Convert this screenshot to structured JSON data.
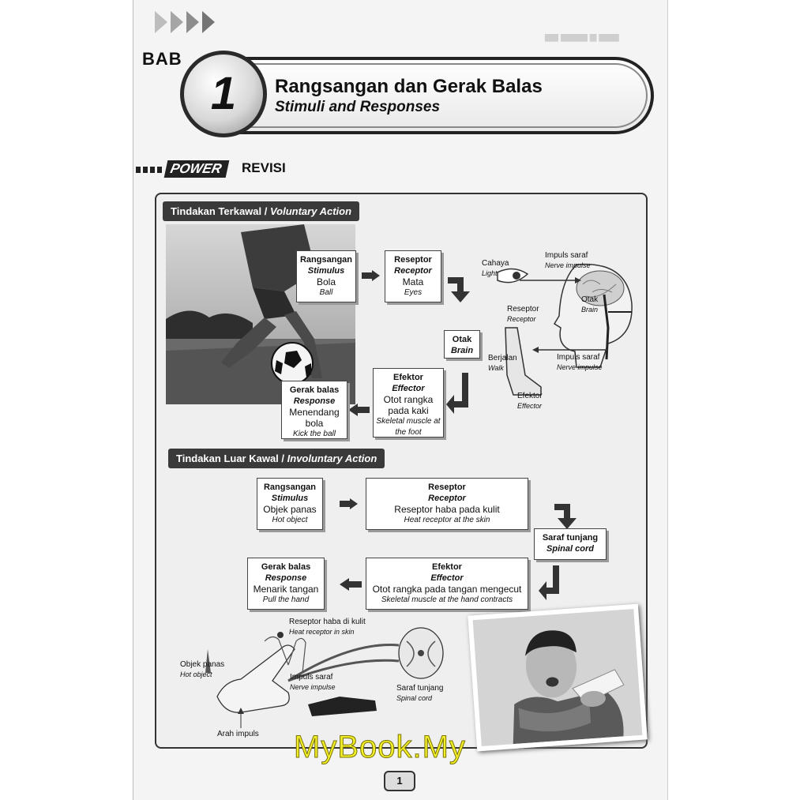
{
  "header": {
    "bab_label": "BAB",
    "chapter_number": "1",
    "title_ms": "Rangsangan dan Gerak Balas",
    "title_en": "Stimuli and Responses"
  },
  "section_title": {
    "power": "POWER",
    "revisi": "REVISI"
  },
  "voluntary": {
    "heading_ms": "Tindakan Terkawal / ",
    "heading_en": "Voluntary Action",
    "stimulus": {
      "ms": "Rangsangan",
      "en": "Stimulus",
      "val_ms": "Bola",
      "val_en": "Ball"
    },
    "receptor": {
      "ms": "Reseptor",
      "en": "Receptor",
      "val_ms": "Mata",
      "val_en": "Eyes"
    },
    "brain": {
      "ms": "Otak",
      "en": "Brain"
    },
    "effector": {
      "ms": "Efektor",
      "en": "Effector",
      "val_ms": "Otot rangka pada kaki",
      "val_en": "Skeletal muscle at the foot"
    },
    "response": {
      "ms": "Gerak balas",
      "en": "Response",
      "val_ms": "Menendang bola",
      "val_en": "Kick the ball"
    },
    "diagram_labels": {
      "light_ms": "Cahaya",
      "light_en": "Light",
      "nerve_impulse_ms": "Impuls saraf",
      "nerve_impulse_en": "Nerve impulse",
      "receptor_ms": "Reseptor",
      "receptor_en": "Receptor",
      "brain_ms": "Otak",
      "brain_en": "Brain",
      "nerve_impulse2_ms": "Impuls saraf",
      "nerve_impulse2_en": "Nerve impulse",
      "walk_ms": "Berjalan",
      "walk_en": "Walk",
      "effector_ms": "Efektor",
      "effector_en": "Effector"
    }
  },
  "involuntary": {
    "heading_ms": "Tindakan Luar Kawal / ",
    "heading_en": "Involuntary Action",
    "stimulus": {
      "ms": "Rangsangan",
      "en": "Stimulus",
      "val_ms": "Objek panas",
      "val_en": "Hot object"
    },
    "receptor": {
      "ms": "Reseptor",
      "en": "Receptor",
      "val_ms": "Reseptor haba pada kulit",
      "val_en": "Heat receptor at the skin"
    },
    "spinal": {
      "ms": "Saraf tunjang",
      "en": "Spinal cord"
    },
    "effector": {
      "ms": "Efektor",
      "en": "Effector",
      "val_ms": "Otot rangka pada tangan mengecut",
      "val_en": "Skeletal muscle at the hand contracts"
    },
    "response": {
      "ms": "Gerak balas",
      "en": "Response",
      "val_ms": "Menarik tangan",
      "val_en": "Pull the hand"
    },
    "diagram_labels": {
      "heat_receptor_ms": "Reseptor haba di kulit",
      "heat_receptor_en": "Heat receptor in skin",
      "hot_object_ms": "Objek panas",
      "hot_object_en": "Hot object",
      "nerve_impulse_ms": "Impuls saraf",
      "nerve_impulse_en": "Nerve impulse",
      "spinal_cord_ms": "Saraf tunjang",
      "spinal_cord_en": "Spinal cord",
      "impulse_direction": "Arah impuls"
    }
  },
  "watermark": "MyBook.My",
  "page_number": "1",
  "colors": {
    "dark": "#222222",
    "panel": "#efefef",
    "watermark": "#f2ee2a"
  }
}
